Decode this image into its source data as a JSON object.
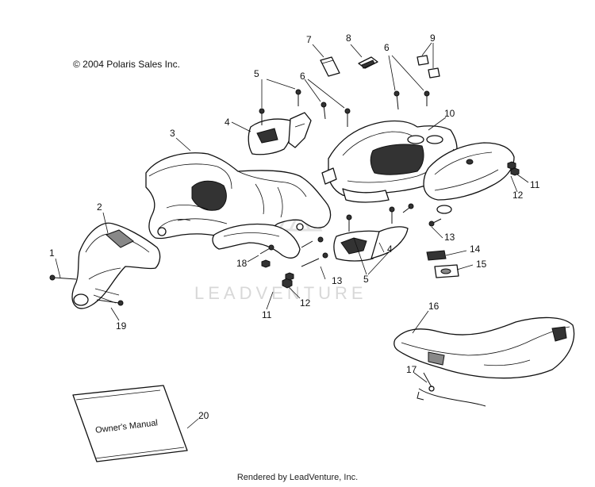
{
  "copyright": "© 2004 Polaris Sales Inc.",
  "watermark": "LEADVENTURE",
  "footer": "Rendered by LeadVenture, Inc.",
  "manual_title": "Owner's Manual",
  "callouts": {
    "c1": "1",
    "c2": "2",
    "c3": "3",
    "c4a": "4",
    "c4b": "4",
    "c5a": "5",
    "c5b": "5",
    "c6a": "6",
    "c6b": "6",
    "c7": "7",
    "c8": "8",
    "c9": "9",
    "c10": "10",
    "c11a": "11",
    "c11b": "11",
    "c12a": "12",
    "c12b": "12",
    "c13a": "13",
    "c13b": "13",
    "c14": "14",
    "c15": "15",
    "c16": "16",
    "c17": "17",
    "c18": "18",
    "c19": "19",
    "c20": "20"
  }
}
